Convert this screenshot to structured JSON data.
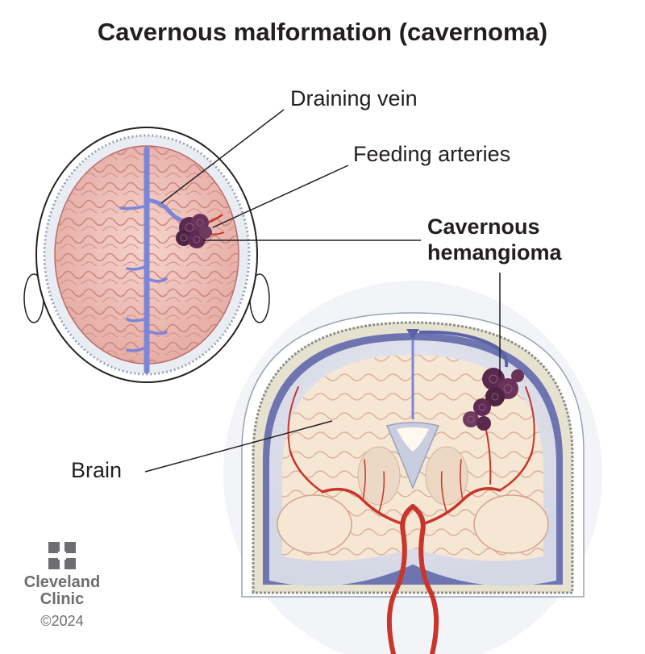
{
  "title": "Cavernous malformation (cavernoma)",
  "labels": {
    "draining_vein": "Draining vein",
    "feeding_arteries": "Feeding arteries",
    "cavernous_hemangioma_line1": "Cavernous",
    "cavernous_hemangioma_line2": "hemangioma",
    "brain": "Brain"
  },
  "logo": {
    "name_line1": "Cleveland",
    "name_line2": "Clinic",
    "copyright": "©2024"
  },
  "colors": {
    "text": "#231f20",
    "brain_pink": "#f1c7bf",
    "white_matter": "#f6e6d4",
    "vein_blue": "#7b86d8",
    "artery_red": "#c8352a",
    "hemangioma_purple": "#5a2a4e",
    "logo_gray": "#6d6e71"
  }
}
